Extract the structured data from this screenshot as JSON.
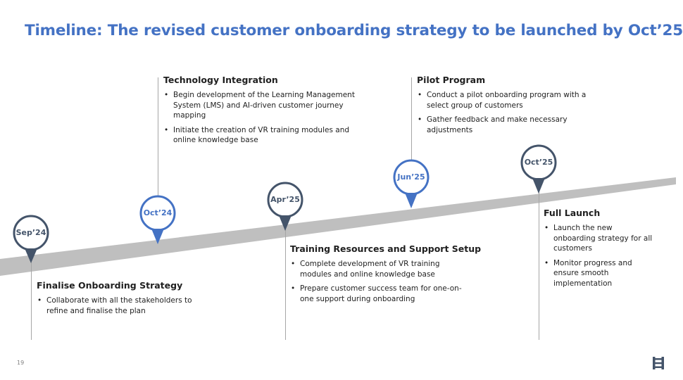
{
  "title": "Timeline: The revised customer onboarding strategy to be launched by Oct’25",
  "milestones": [
    {
      "date": "Sep’24",
      "style": "dark",
      "heading": "Finalise Onboarding Strategy",
      "bullets": [
        "Collaborate with all the stakeholders to refine and finalise the plan"
      ]
    },
    {
      "date": "Oct’24",
      "style": "blue",
      "heading": "Technology Integration",
      "bullets": [
        "Begin development of the Learning Management System (LMS) and AI-driven customer journey mapping",
        "Initiate the creation of VR training modules and online knowledge base"
      ]
    },
    {
      "date": "Apr’25",
      "style": "dark",
      "heading": "Training Resources and Support Setup",
      "bullets": [
        "Complete development of VR training modules and online knowledge base",
        "Prepare customer success team for one-on-one support during onboarding"
      ]
    },
    {
      "date": "Jun’25",
      "style": "blue",
      "heading": "Pilot Program",
      "bullets": [
        "Conduct a pilot onboarding program with a select group of customers",
        "Gather feedback and make necessary adjustments"
      ]
    },
    {
      "date": "Oct’25",
      "style": "dark",
      "heading": "Full Launch",
      "bullets": [
        "Launch the new onboarding strategy for all customers",
        "Monitor progress and ensure smooth implementation"
      ]
    }
  ],
  "page_number": "19",
  "colors": {
    "title": "#4472c4",
    "dark": "#44546a",
    "blue": "#4472c4",
    "band": "#bfbfbf",
    "line": "#a6a6a6"
  },
  "logo_icon": "h-logo-icon"
}
